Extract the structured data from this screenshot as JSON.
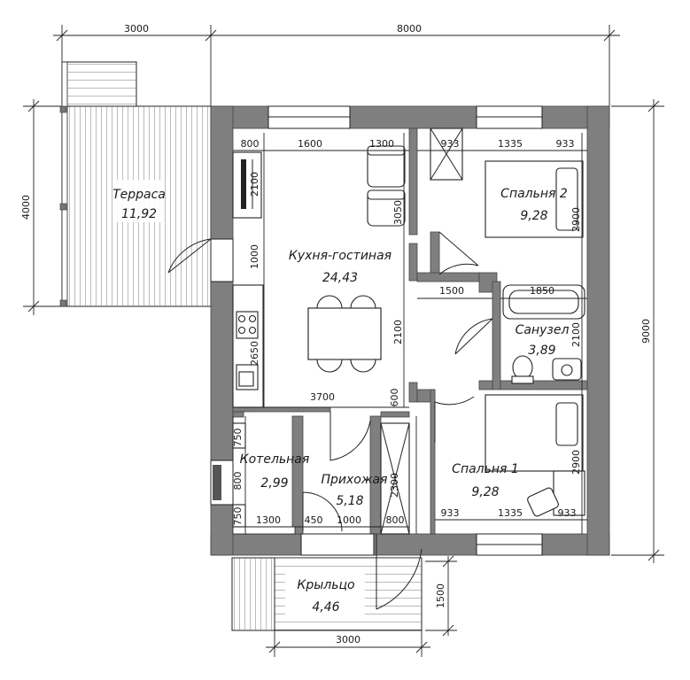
{
  "rooms": {
    "terrace": {
      "name": "Терраса",
      "area": "11,92"
    },
    "kitchen_living": {
      "name": "Кухня-гостиная",
      "area": "24,43"
    },
    "bedroom2": {
      "name": "Спальня 2",
      "area": "9,28"
    },
    "bathroom": {
      "name": "Санузел",
      "area": "3,89"
    },
    "bedroom1": {
      "name": "Спальня 1",
      "area": "9,28"
    },
    "boiler_room": {
      "name": "Котельная",
      "area": "2,99"
    },
    "hallway": {
      "name": "Прихожая",
      "area": "5,18"
    },
    "porch": {
      "name": "Крыльцо",
      "area": "4,46"
    }
  },
  "dimensions": {
    "top_terrace": "3000",
    "top_house": "8000",
    "left_terrace": "4000",
    "right_house": "9000",
    "porch_width": "3000",
    "porch_depth": "1500",
    "kitchen_800": "800",
    "kitchen_1600": "1600",
    "kitchen_1300": "1300",
    "kitchen_2100": "2100",
    "kitchen_1000": "1000",
    "kitchen_3050": "3050",
    "kitchen_2650": "2650",
    "kitchen_2100b": "2100",
    "kitchen_3700": "3700",
    "kitchen_600": "600",
    "bed2_933a": "933",
    "bed2_1335": "1335",
    "bed2_933b": "933",
    "bed2_2900": "2900",
    "corridor_1500": "1500",
    "bath_1850": "1850",
    "bath_2100": "2100",
    "bed1_2900": "2900",
    "bed1_933a": "933",
    "bed1_1335": "1335",
    "bed1_933b": "933",
    "boiler_750a": "750",
    "boiler_800": "800",
    "boiler_750b": "750",
    "boiler_1300": "1300",
    "hall_450": "450",
    "hall_1000": "1000",
    "hall_800": "800",
    "hall_2300": "2300"
  }
}
